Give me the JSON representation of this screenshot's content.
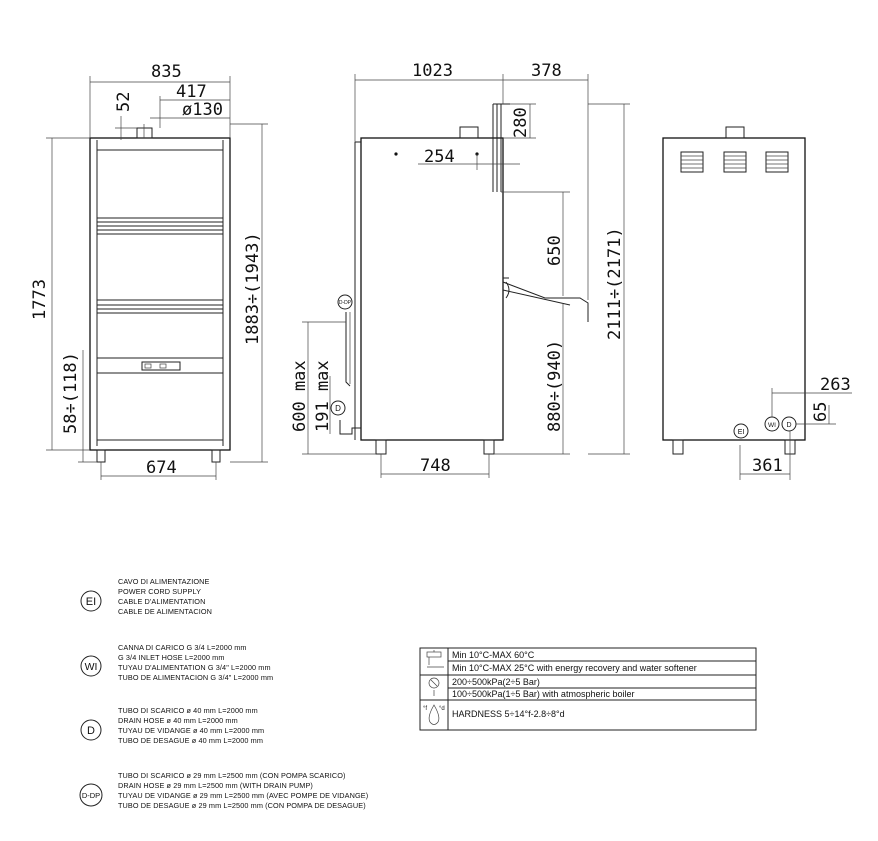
{
  "dimensions": {
    "front": {
      "width": "835",
      "offset": "417",
      "diameter": "ø130",
      "top": "52",
      "height_left": "1773",
      "height_right": "1883÷(1943)",
      "foot": "58÷(118)",
      "feet_span": "674"
    },
    "side": {
      "depth": "1023",
      "overhang": "378",
      "chimney_h": "280",
      "vent_offset": "254",
      "upper": "650",
      "total": "2111÷(2171)",
      "lower": "880÷(940)",
      "feet_span": "748",
      "drain_max": "600 max",
      "drain_pump_max": "191 max"
    },
    "back": {
      "inlet_h": "263",
      "inlet_v": "65",
      "inlet_x": "361"
    }
  },
  "badges": {
    "ei": "EI",
    "wi": "WI",
    "d": "D",
    "ddp": "D-DP"
  },
  "legend": [
    {
      "symbol": "EI",
      "lines": [
        "CAVO DI ALIMENTAZIONE",
        "POWER CORD SUPPLY",
        "CABLE D'ALIMENTATION",
        "CABLE DE ALIMENTACION"
      ]
    },
    {
      "symbol": "WI",
      "lines": [
        "CANNA DI CARICO G 3/4 L=2000 mm",
        "G 3/4 INLET HOSE L=2000 mm",
        "TUYAU D'ALIMENTATION G 3/4\" L=2000 mm",
        "TUBO DE ALIMENTACION G 3/4\" L=2000 mm"
      ]
    },
    {
      "symbol": "D",
      "lines": [
        "TUBO DI SCARICO ø 40 mm L=2000 mm",
        "DRAIN HOSE ø 40 mm L=2000 mm",
        "TUYAU DE VIDANGE ø 40 mm L=2000 mm",
        "TUBO DE DESAGUE ø 40 mm L=2000 mm"
      ]
    },
    {
      "symbol": "D-DP",
      "lines": [
        "TUBO DI SCARICO ø 29 mm L=2500 mm (CON POMPA SCARICO)",
        "DRAIN HOSE ø 29 mm L=2500 mm (WITH DRAIN PUMP)",
        "TUYAU DE VIDANGE ø 29 mm L=2500 mm (AVEC POMPE DE VIDANGE)",
        "TUBO DE DESAGUE ø 29 mm L=2500 mm (CON POMPA DE DESAGUE)"
      ]
    }
  ],
  "specs": {
    "temp1": "Min 10°C-MAX 60°C",
    "temp2": "Min 10°C-MAX 25°C with energy recovery and water softener",
    "press1": "200÷500kPa(2÷5 Bar)",
    "press2": "100÷500kPa(1÷5 Bar) with atmospheric boiler",
    "hard": "HARDNESS 5÷14°f-2.8÷8°d",
    "hard_f": "°f",
    "hard_d": "°d"
  }
}
